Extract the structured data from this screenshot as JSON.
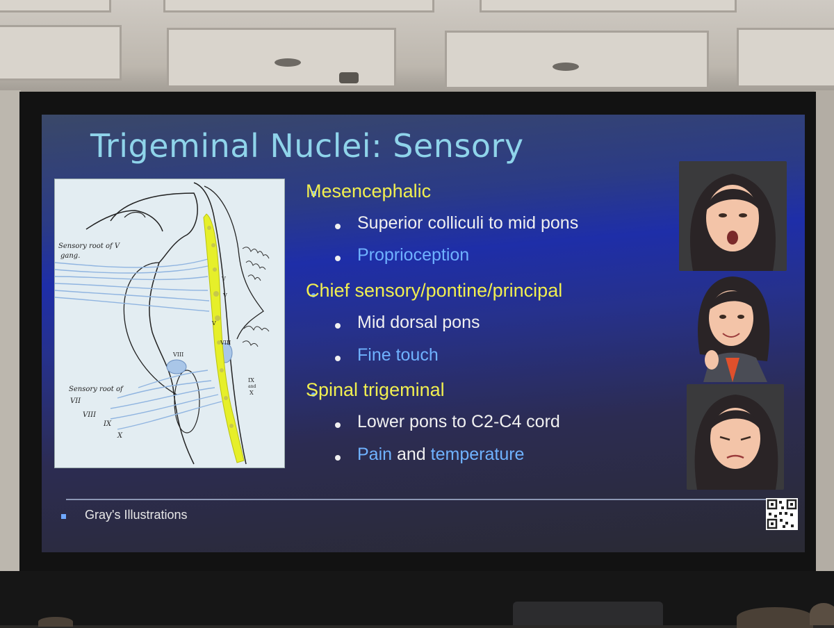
{
  "slide": {
    "title": "Trigeminal Nuclei: Sensory",
    "bullets": [
      {
        "heading": "Mesencephalic",
        "items": [
          {
            "parts": [
              {
                "text": "Superior colliculi to mid pons",
                "color": "#f0f0f0"
              }
            ]
          },
          {
            "parts": [
              {
                "text": "Proprioception",
                "color": "#6fb2ff"
              }
            ]
          }
        ]
      },
      {
        "heading": "Chief sensory/pontine/principal",
        "items": [
          {
            "parts": [
              {
                "text": "Mid dorsal pons",
                "color": "#f0f0f0"
              }
            ]
          },
          {
            "parts": [
              {
                "text": "Fine touch",
                "color": "#6fb2ff"
              }
            ]
          }
        ]
      },
      {
        "heading": "Spinal trigeminal",
        "items": [
          {
            "parts": [
              {
                "text": "Lower pons to C2-C4 cord",
                "color": "#f0f0f0"
              }
            ]
          },
          {
            "parts": [
              {
                "text": "Pain",
                "color": "#6fb2ff"
              },
              {
                "text": " and ",
                "color": "#f0f0f0"
              },
              {
                "text": "temperature",
                "color": "#6fb2ff"
              }
            ]
          }
        ]
      }
    ],
    "footer_text": "Gray's Illustrations",
    "figure_labels": {
      "sensory_root_v": "Sensory root of V",
      "gang": "gang.",
      "sensory_root_of": "Sensory root of",
      "vii": "VII",
      "viii": "VIII",
      "ix": "IX",
      "x": "X",
      "viii_nucleus": "VIII",
      "viii_right": "VIII",
      "ix_and_x": "IX",
      "and": "and",
      "x_right": "X",
      "v1": "V",
      "v2": "V",
      "v3": "V"
    }
  },
  "colors": {
    "title": "#8fd4ea",
    "heading": "#f1ef50",
    "accent_blue": "#6fb2ff",
    "highlight_yellow": "#e6ef2a",
    "nerve_blue": "#8fb4e0"
  },
  "icons": {
    "avatar_1": "avatar-surprised-icon",
    "avatar_2": "avatar-finger-heart-icon",
    "avatar_3": "avatar-squinting-icon",
    "qr": "qr-code-icon"
  }
}
